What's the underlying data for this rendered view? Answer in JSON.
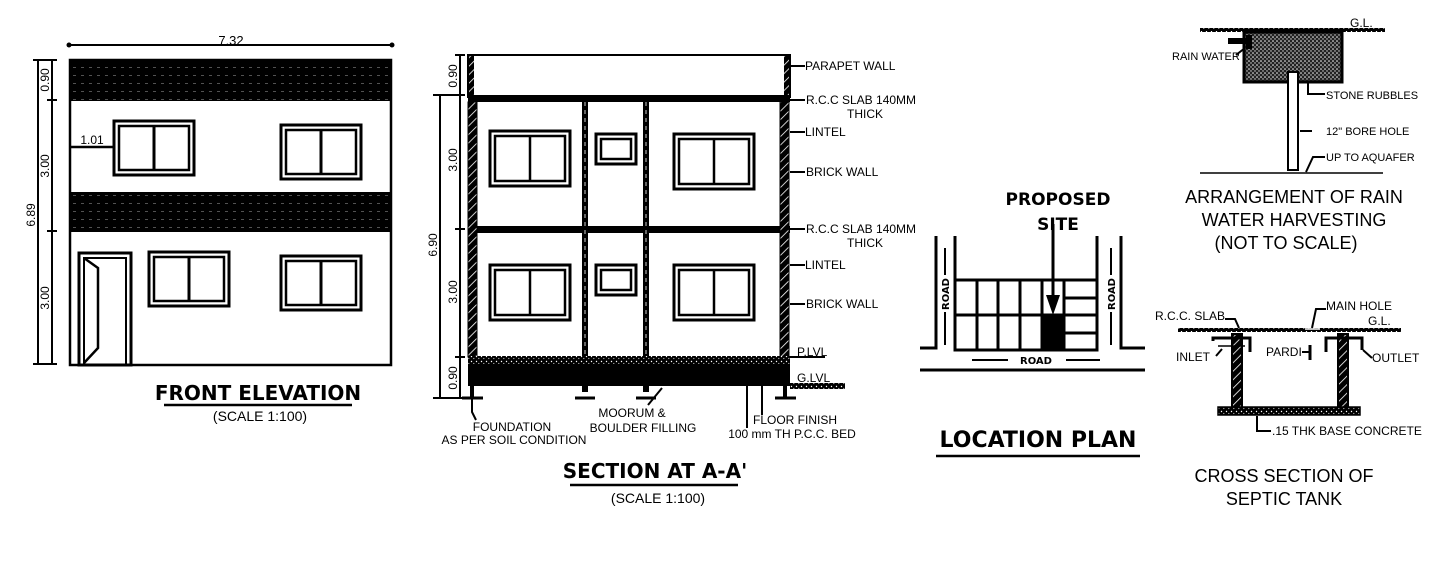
{
  "front_elevation": {
    "title": "FRONT ELEVATION",
    "scale": "(SCALE 1:100)",
    "dim_width": "7.32",
    "dim_total_height": "6.89",
    "dim_parapet": "0.90",
    "dim_floor1": "3.00",
    "dim_floor2": "3.00",
    "dim_window_offset": "1.01"
  },
  "section": {
    "title": "SECTION AT A-A'",
    "scale": "(SCALE 1:100)",
    "dim_total_height": "6.90",
    "dim_parapet": "0.90",
    "dim_floor1": "3.00",
    "dim_floor2": "3.00",
    "dim_plinth": "0.90",
    "labels": {
      "parapet_wall": "PARAPET WALL",
      "rcc_slab_1_line1": "R.C.C SLAB 140MM",
      "rcc_slab_1_line2": "THICK",
      "lintel_1": "LINTEL",
      "brick_wall_1": "BRICK WALL",
      "rcc_slab_2_line1": "R.C.C SLAB 140MM",
      "rcc_slab_2_line2": "THICK",
      "lintel_2": "LINTEL",
      "brick_wall_2": "BRICK WALL",
      "plinth_level": "P.LVL",
      "ground_level": "G.LVL",
      "foundation_line1": "FOUNDATION",
      "foundation_line2": "AS PER SOIL CONDITION",
      "moorum_line1": "MOORUM &",
      "moorum_line2": "BOULDER FILLING",
      "floor_finish_line1": "FLOOR FINISH",
      "floor_finish_line2": "100 mm TH P.C.C. BED"
    }
  },
  "location_plan": {
    "title": "LOCATION PLAN",
    "proposed_line1": "PROPOSED",
    "proposed_line2": "SITE",
    "road_left": "ROAD",
    "road_right": "ROAD",
    "road_bottom": "ROAD"
  },
  "rain_water_harvesting": {
    "title_line1": "ARRANGEMENT OF RAIN",
    "title_line2": "WATER HARVESTING",
    "title_line3": "(NOT TO SCALE)",
    "labels": {
      "ground_level": "G.L.",
      "rain_water": "RAIN WATER",
      "stone_rubbles": "STONE RUBBLES",
      "bore_hole": "12\" BORE HOLE",
      "aquifer": "UP TO AQUAFER"
    }
  },
  "septic_tank": {
    "title_line1": "CROSS SECTION OF",
    "title_line2": "SEPTIC TANK",
    "labels": {
      "rcc_slab": "R.C.C. SLAB",
      "main_hole": "MAIN HOLE",
      "ground_level": "G.L.",
      "inlet": "INLET",
      "pardi": "PARDI",
      "outlet": "OUTLET",
      "base_concrete": ".15 THK BASE CONCRETE"
    }
  }
}
